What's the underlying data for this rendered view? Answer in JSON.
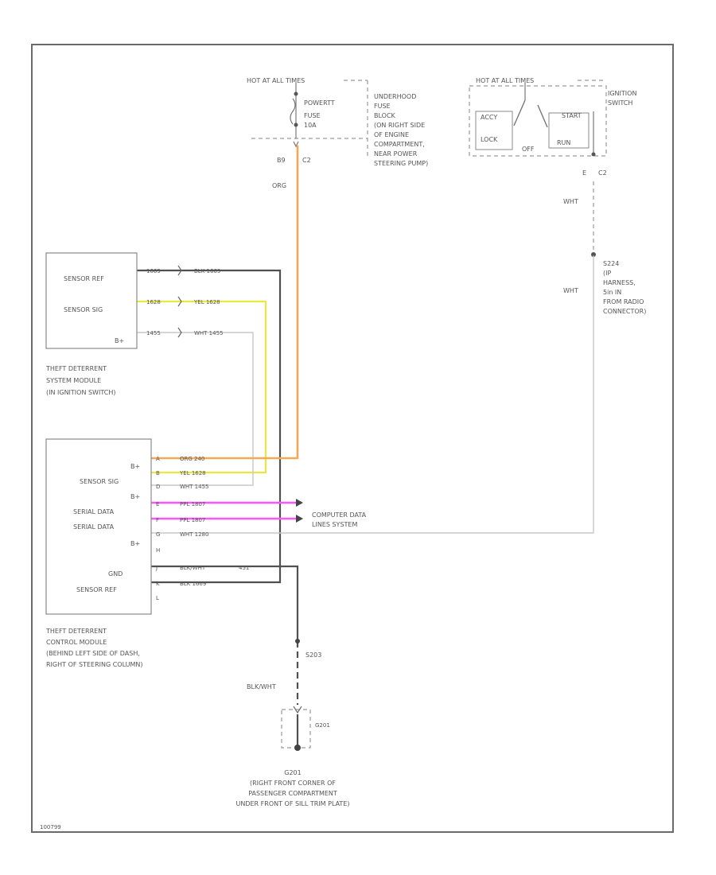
{
  "colors": {
    "border": "#6b6b6b",
    "orange": "#f5a855",
    "yellow": "#e9e840",
    "purple": "#ff55ff",
    "black": "#505050",
    "white_wire": "#c8c8c8"
  },
  "top_fuse": {
    "hot": "HOT AT ALL TIMES",
    "lines": [
      "POWERTT",
      "FUSE",
      "10A"
    ],
    "conn_left": "B9",
    "conn_right": "C2",
    "location": [
      "UNDERHOOD",
      "FUSE",
      "BLOCK",
      "(ON RIGHT SIDE",
      "OF ENGINE",
      "COMPARTMENT,",
      "NEAR POWER",
      "STEERING PUMP)"
    ],
    "wire": "ORG"
  },
  "ignition": {
    "hot": "HOT AT ALL TIMES",
    "positions": [
      "ACCY",
      "LOCK",
      "START",
      "RUN",
      "OFF"
    ],
    "title": [
      "IGNITION",
      "SWITCH"
    ],
    "conn_left": "E",
    "conn_right": "C2",
    "wire_top": "WHT",
    "wire_bottom": "WHT",
    "splice": [
      "S224",
      "(IP",
      "HARNESS,",
      "5in IN",
      "FROM RADIO",
      "CONNECTOR)"
    ]
  },
  "sensor_module": {
    "rows": [
      "SENSOR REF",
      "SENSOR SIG",
      "B+"
    ],
    "wires": [
      "BLK 1669",
      "YEL 1628",
      "WHT 1455"
    ],
    "pin_labels": [
      "1669",
      "1628",
      "1455"
    ],
    "title": [
      "THEFT DETERRENT",
      "SYSTEM MODULE",
      "(IN IGNITION SWITCH)"
    ]
  },
  "control_module": {
    "rows": [
      "B+",
      "SENSOR SIG",
      "B+",
      "SERIAL DATA",
      "SERIAL DATA",
      "B+",
      "",
      "GND",
      "SENSOR REF"
    ],
    "pins": [
      "A",
      "B",
      "D",
      "E",
      "F",
      "G",
      "H",
      "J",
      "K",
      "L"
    ],
    "wires": [
      "ORG 240",
      "YEL 1628",
      "WHT 1455",
      "PPL 1807",
      "PPL 1807",
      "WHT 1280",
      "",
      "BLK/WHT",
      "BLK 1669"
    ],
    "gnd_id": "451",
    "title": [
      "THEFT DETERRENT",
      "CONTROL MODULE",
      "(BEHIND LEFT SIDE OF DASH,",
      "RIGHT OF STEERING COLUMN)"
    ],
    "computer": [
      "COMPUTER DATA",
      "LINES SYSTEM"
    ]
  },
  "ground": {
    "splice": "S203",
    "wire": "BLK/WHT",
    "point": "G201",
    "location": [
      "G201",
      "(RIGHT FRONT CORNER OF",
      "PASSENGER COMPARTMENT",
      "UNDER FRONT OF SILL TRIM PLATE)"
    ]
  },
  "footer": "100799"
}
